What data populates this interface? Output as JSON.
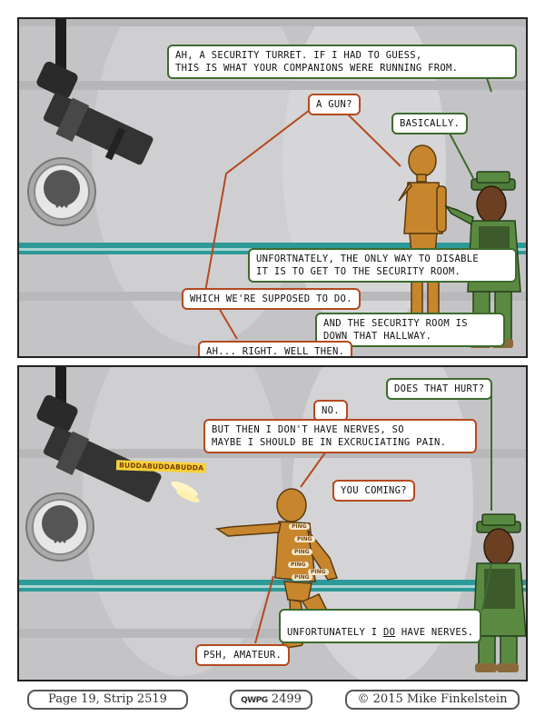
{
  "panel1": {
    "bubbles": {
      "turret": "AH, A SECURITY TURRET. IF I HAD TO GUESS,\nTHIS IS WHAT YOUR COMPANIONS WERE RUNNING FROM.",
      "gun": "A GUN?",
      "basically": "BASICALLY.",
      "disable": "UNFORTNATELY, THE ONLY WAY TO DISABLE\nIT IS TO GET TO THE SECURITY ROOM.",
      "supposed": "WHICH WE'RE SUPPOSED TO DO.",
      "hallway": "AND THE SECURITY ROOM IS\nDOWN THAT HALLWAY.",
      "right": "AH... RIGHT. WELL THEN."
    }
  },
  "panel2": {
    "sfx": "BUDDABUDDABUDDA",
    "pings": [
      "PING",
      "PING",
      "PING",
      "PING",
      "PING",
      "PING"
    ],
    "bubbles": {
      "hurt": "DOES THAT HURT?",
      "no": "NO.",
      "nerves": "BUT THEN I DON'T HAVE NERVES, SO\nMAYBE I SHOULD BE IN EXCRUCIATING PAIN.",
      "coming": "YOU COMING?",
      "do_pre": "UNFORTUNATELY I ",
      "do_emph": "DO",
      "do_post": " HAVE NERVES.",
      "amateur": "PSH, AMATEUR."
    }
  },
  "footer": {
    "page": "Page 19, Strip 2519",
    "logo": "QWPG",
    "strip": "2499",
    "copyright": "© 2015 Mike Finkelstein"
  },
  "colors": {
    "wall": "#c9c9cb",
    "stripe": "#2d9a98",
    "robot_bubble": "#b34a1f",
    "soldier_bubble": "#3d6b2e"
  }
}
